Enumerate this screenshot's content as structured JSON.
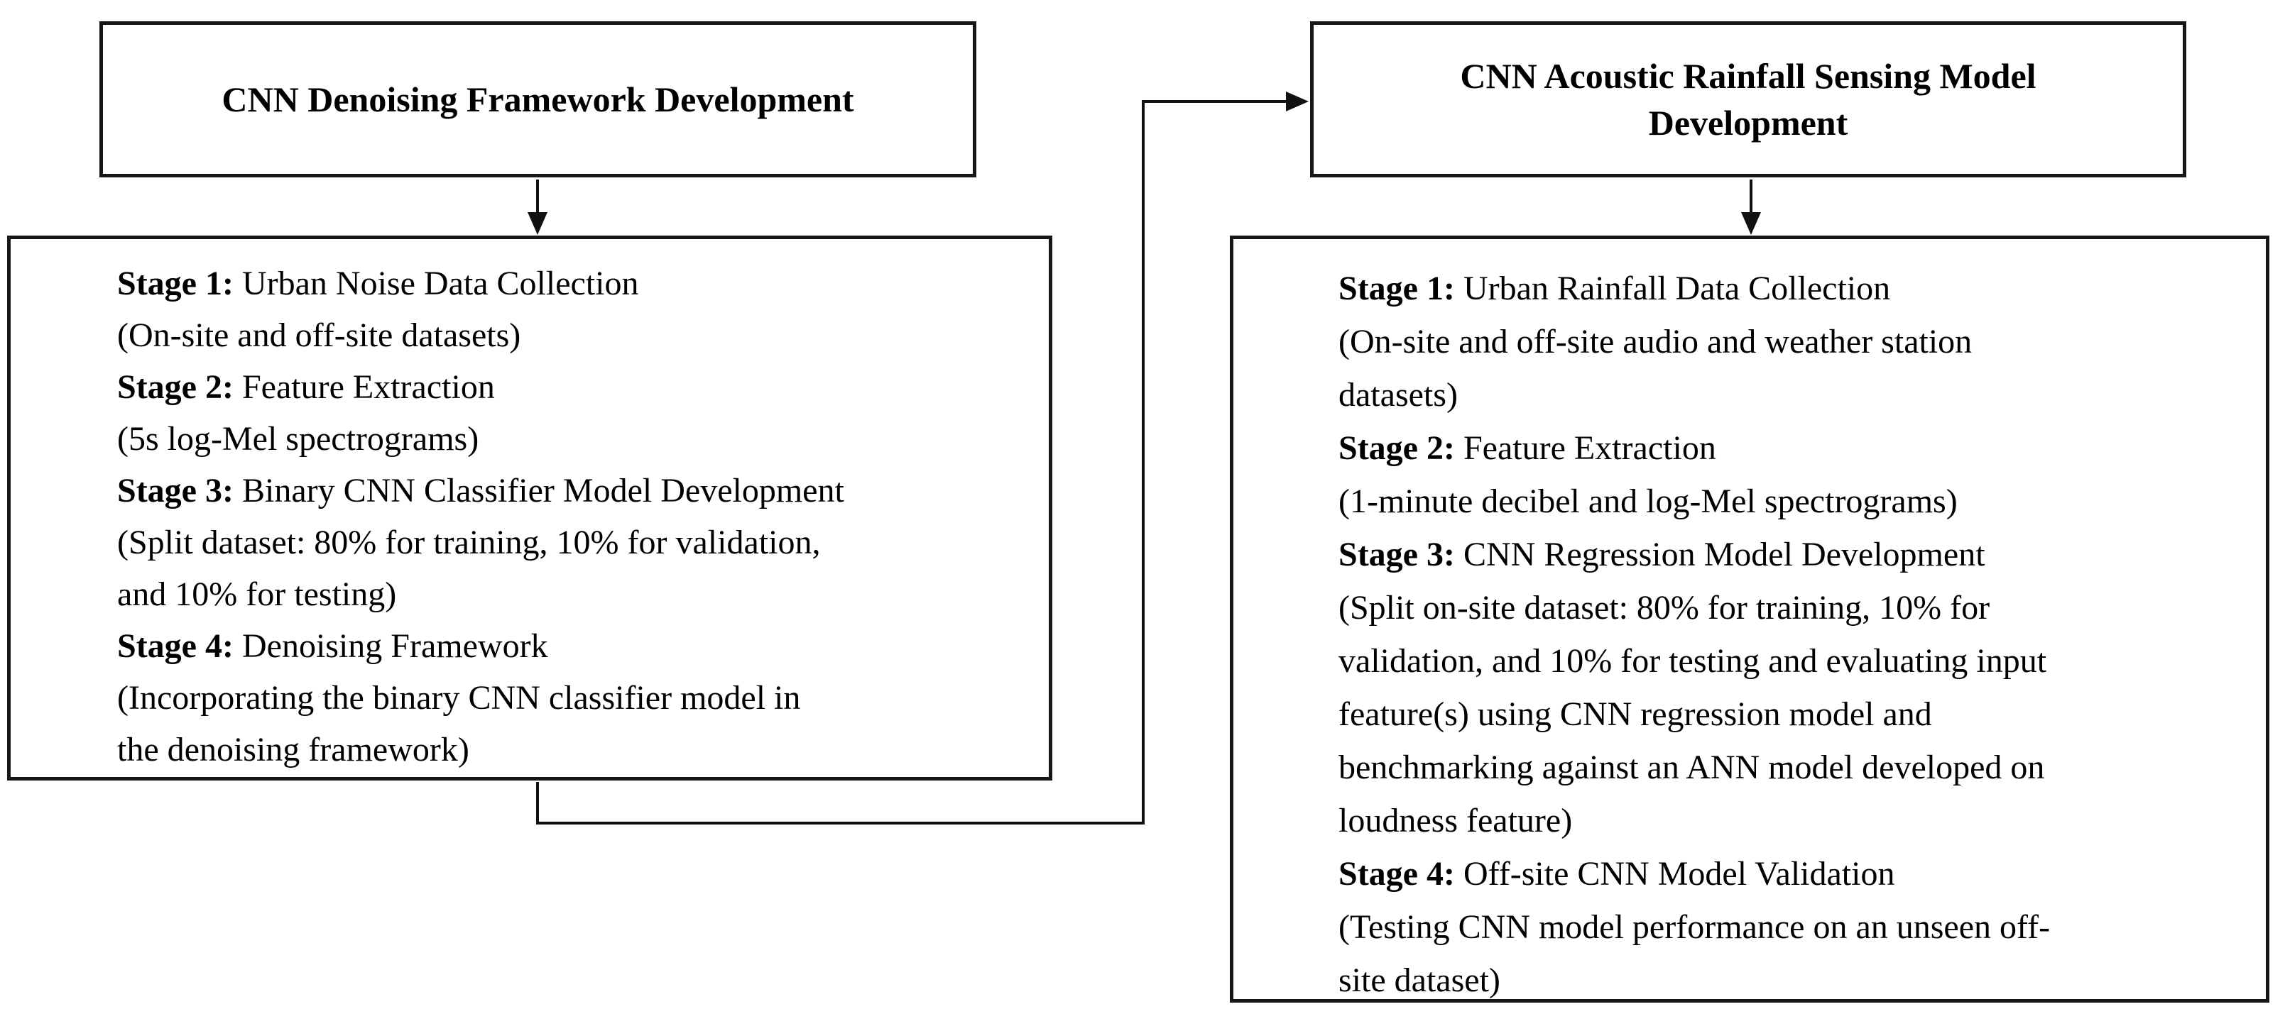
{
  "page": {
    "background_color": "#ffffff",
    "box_border_color": "#161616",
    "text_color": "#000000",
    "arrow_color": "#111111"
  },
  "left_flow": {
    "header": "CNN Denoising Framework Development",
    "stages": [
      {
        "bold": "Stage 1:",
        "rest": " Urban Noise Data Collection"
      },
      {
        "bold": "",
        "rest": "(On-site and off-site datasets)"
      },
      {
        "bold": "Stage 2:",
        "rest": " Feature Extraction"
      },
      {
        "bold": "",
        "rest": "(5s log-Mel spectrograms)"
      },
      {
        "bold": "Stage 3:",
        "rest": " Binary CNN Classifier Model Development"
      },
      {
        "bold": "",
        "rest": "(Split dataset: 80% for training, 10% for validation,"
      },
      {
        "bold": "",
        "rest": "and 10% for testing)"
      },
      {
        "bold": "Stage 4:",
        "rest": " Denoising Framework"
      },
      {
        "bold": "",
        "rest": "(Incorporating the binary CNN classifier model in"
      },
      {
        "bold": "",
        "rest": "the denoising framework)"
      }
    ]
  },
  "right_flow": {
    "header": "CNN Acoustic Rainfall Sensing Model Development",
    "stages": [
      {
        "bold": "Stage 1:",
        "rest": " Urban Rainfall Data Collection"
      },
      {
        "bold": "",
        "rest": "(On-site and off-site audio and weather station"
      },
      {
        "bold": "",
        "rest": "datasets)"
      },
      {
        "bold": "Stage 2:",
        "rest": " Feature Extraction"
      },
      {
        "bold": "",
        "rest": "(1-minute decibel and log-Mel spectrograms)"
      },
      {
        "bold": "Stage 3:",
        "rest": " CNN Regression Model Development"
      },
      {
        "bold": "",
        "rest": "(Split on-site dataset: 80% for training, 10% for"
      },
      {
        "bold": "",
        "rest": "validation, and 10% for testing and evaluating input"
      },
      {
        "bold": "",
        "rest": "feature(s) using CNN regression model and"
      },
      {
        "bold": "",
        "rest": "benchmarking against an ANN model developed on"
      },
      {
        "bold": "",
        "rest": "loudness feature)"
      },
      {
        "bold": "Stage 4:",
        "rest": " Off-site CNN Model Validation"
      },
      {
        "bold": "",
        "rest": "(Testing CNN model performance on an unseen off-"
      },
      {
        "bold": "",
        "rest": "site dataset)"
      }
    ]
  }
}
